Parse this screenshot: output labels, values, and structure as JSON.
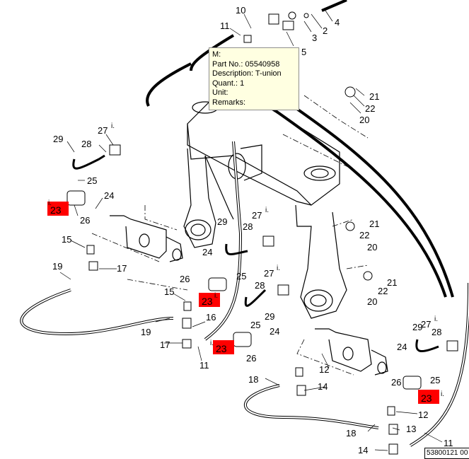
{
  "tooltip": {
    "m": "M:",
    "part_no": "Part No.: 05540958",
    "description": "Description: T-union",
    "quantity": "Quant.: 1",
    "unit": "Unit:",
    "remarks": "Remarks:"
  },
  "document_number": "53800121  00",
  "hotspot_color": "#ff0000",
  "hotspots": [
    {
      "label": "23",
      "marker": "i."
    },
    {
      "label": "23",
      "marker": "i."
    },
    {
      "label": "23",
      "marker": "i."
    },
    {
      "label": "23",
      "marker": "i."
    }
  ],
  "callouts": [
    "10",
    "11",
    "5",
    "3",
    "2",
    "4",
    "21",
    "22",
    "20",
    "29",
    "28",
    "27",
    "25",
    "24",
    "26",
    "15",
    "17",
    "19",
    "16",
    "12",
    "14",
    "18",
    "13"
  ],
  "markers": {
    "info": "i."
  }
}
